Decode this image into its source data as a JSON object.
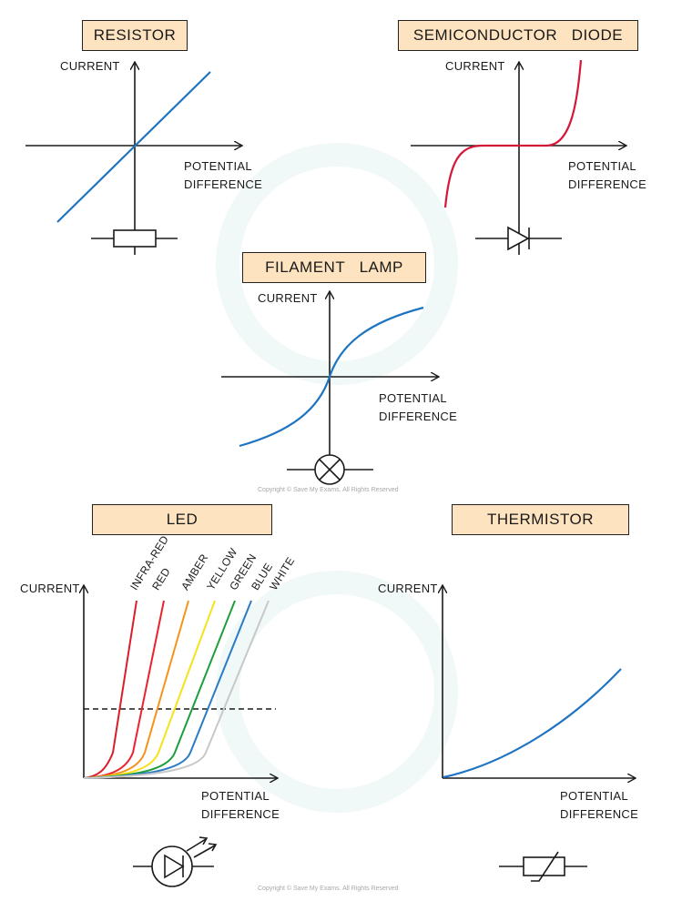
{
  "panels": {
    "resistor": {
      "title": "RESISTOR",
      "y_label": "CURRENT",
      "x_label_1": "POTENTIAL",
      "x_label_2": "DIFFERENCE"
    },
    "diode": {
      "title": "SEMICONDUCTOR   DIODE",
      "y_label": "CURRENT",
      "x_label_1": "POTENTIAL",
      "x_label_2": "DIFFERENCE"
    },
    "lamp": {
      "title": "FILAMENT   LAMP",
      "y_label": "CURRENT",
      "x_label_1": "POTENTIAL",
      "x_label_2": "DIFFERENCE"
    },
    "led": {
      "title": "LED",
      "y_label": "CURRENT",
      "x_label_1": "POTENTIAL",
      "x_label_2": "DIFFERENCE",
      "curves": [
        {
          "name": "INFRA-RED",
          "color": "#d91e2a"
        },
        {
          "name": "RED",
          "color": "#e8242e"
        },
        {
          "name": "AMBER",
          "color": "#f4941c"
        },
        {
          "name": "YELLOW",
          "color": "#f5e21a"
        },
        {
          "name": "GREEN",
          "color": "#1e9e3a"
        },
        {
          "name": "BLUE",
          "color": "#2b7bc4"
        },
        {
          "name": "WHITE",
          "color": "#c8c8c8"
        }
      ]
    },
    "thermistor": {
      "title": "THERMISTOR",
      "y_label": "CURRENT",
      "x_label_1": "POTENTIAL",
      "x_label_2": "DIFFERENCE"
    }
  },
  "colors": {
    "blue_curve": "#1f74c2",
    "diode_curve": "#d3183a",
    "title_fill": "#fde3c0"
  },
  "copyright_top": "Copyright © Save My Exams. All Rights Reserved",
  "copyright_bottom": "Copyright © Save My Exams. All Rights Reserved"
}
